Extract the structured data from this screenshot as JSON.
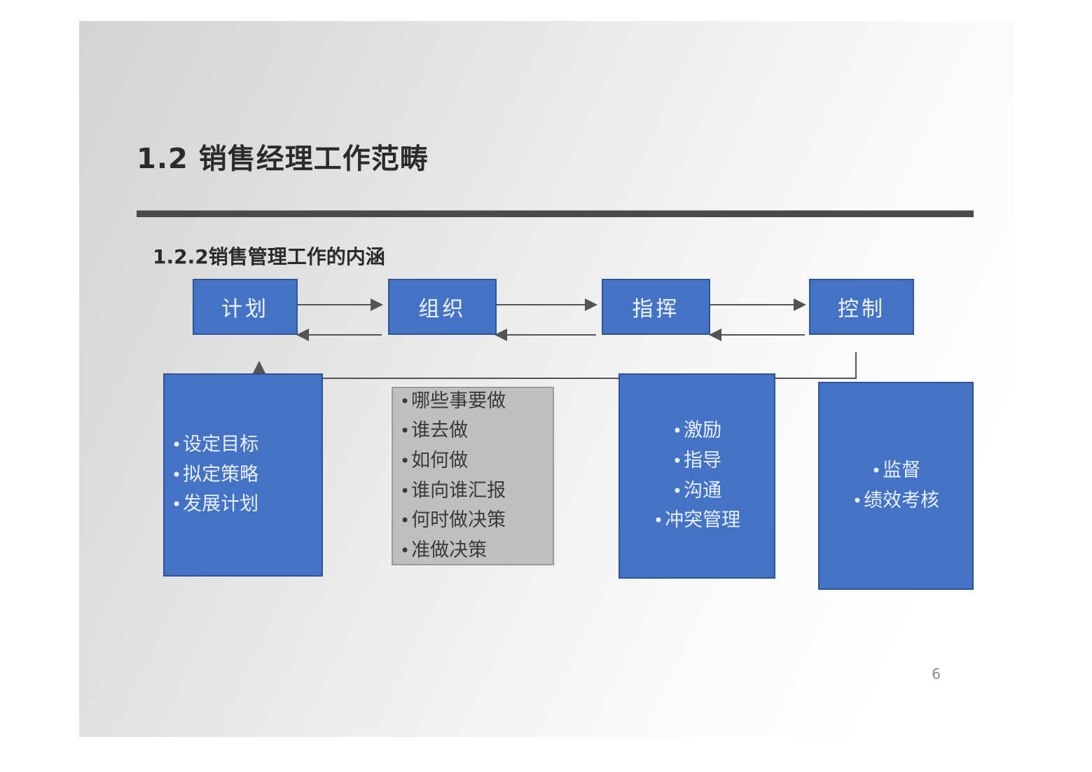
{
  "slide": {
    "title": "1.2 销售经理工作范畴",
    "subtitle": "1.2.2销售管理工作的内涵",
    "page_number": "6",
    "colors": {
      "node_fill": "#4472c4",
      "node_border": "#2f5597",
      "gray_fill": "#bfbfbf",
      "rule": "#4a4a4a",
      "node_text": "#eaf0fb",
      "gray_text": "#3a3a3a"
    }
  },
  "diagram": {
    "type": "process-flow",
    "flow_nodes": [
      {
        "id": "plan",
        "label": "计划"
      },
      {
        "id": "organize",
        "label": "组织"
      },
      {
        "id": "command",
        "label": "指挥"
      },
      {
        "id": "control",
        "label": "控制"
      }
    ],
    "connections": [
      {
        "from": "plan",
        "to": "organize",
        "direction": "forward"
      },
      {
        "from": "organize",
        "to": "plan",
        "direction": "backward"
      },
      {
        "from": "organize",
        "to": "command",
        "direction": "forward"
      },
      {
        "from": "command",
        "to": "organize",
        "direction": "backward"
      },
      {
        "from": "command",
        "to": "control",
        "direction": "forward"
      },
      {
        "from": "control",
        "to": "command",
        "direction": "backward"
      },
      {
        "from": "control",
        "to": "plan",
        "direction": "feedback-loop"
      }
    ],
    "detail_boxes": [
      {
        "id": "plan-details",
        "style": "blue",
        "align": "left",
        "items": [
          "设定目标",
          "拟定策略",
          "发展计划"
        ]
      },
      {
        "id": "organize-details",
        "style": "gray",
        "align": "left",
        "items": [
          "哪些事要做",
          "谁去做",
          "如何做",
          "谁向谁汇报",
          "何时做决策",
          "准做决策"
        ]
      },
      {
        "id": "command-details",
        "style": "blue",
        "align": "center",
        "items": [
          "激励",
          "指导",
          "沟通",
          "冲突管理"
        ]
      },
      {
        "id": "control-details",
        "style": "blue",
        "align": "center",
        "items": [
          "监督",
          "绩效考核"
        ]
      }
    ]
  }
}
